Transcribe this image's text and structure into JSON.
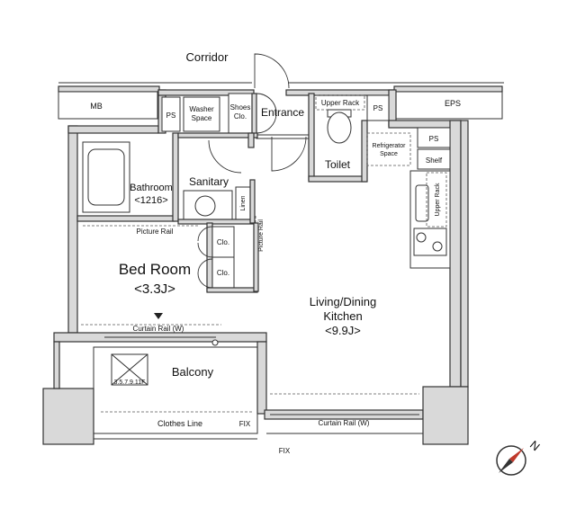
{
  "labels": {
    "corridor": "Corridor",
    "mb": "MB",
    "eps": "EPS",
    "ps1": "PS",
    "ps2": "PS",
    "ps3": "PS",
    "washer_space_1": "Washer",
    "washer_space_2": "Space",
    "shoes_1": "Shoes",
    "shoes_2": "Clo.",
    "entrance": "Entrance",
    "upper_rack_top": "Upper Rack",
    "upper_rack_kitchen": "Upper Rack",
    "toilet": "Toilet",
    "refrigerator_1": "Refrigerator",
    "refrigerator_2": "Space",
    "shelf": "Shelf",
    "bathroom": "Bathroom",
    "bathroom_size": "<1216>",
    "sanitary": "Sanitary",
    "linen": "Linen",
    "picture_rail_h": "Picture Rail",
    "picture_rail_v": "Picture Rail",
    "clo_1": "Clo.",
    "clo_2": "Clo.",
    "bedroom": "Bed Room",
    "bedroom_size": "<3.3J>",
    "ldk_1": "Living/Dining",
    "ldk_2": "Kitchen",
    "ldk_size": "<9.9J>",
    "curtain_rail_w_bed": "Curtain Rail (W)",
    "curtain_rail_w_ldk": "Curtain Rail (W)",
    "balcony": "Balcony",
    "hatch": "3.5.7.9.11F",
    "clothes_line": "Clothes Line",
    "fix_1": "FIX",
    "fix_2": "FIX",
    "compass": "N"
  }
}
